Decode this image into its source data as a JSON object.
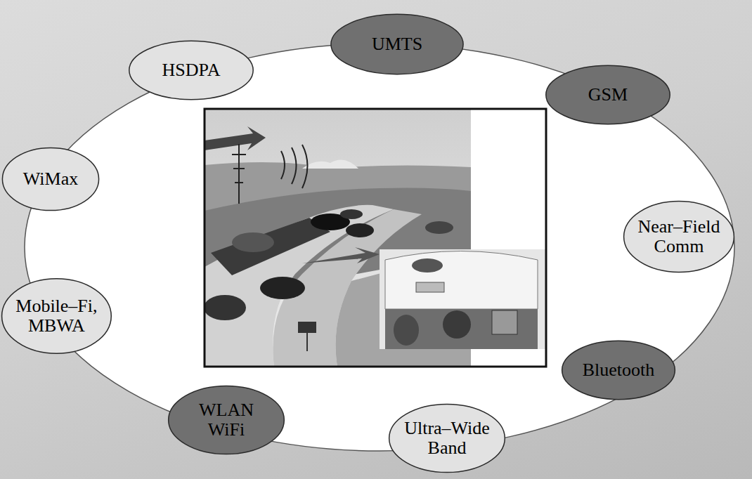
{
  "diagram": {
    "nodes": [
      {
        "text": [
          "UMTS"
        ]
      },
      {
        "text": [
          "GSM"
        ]
      },
      {
        "text": [
          "Near–Field Comm"
        ]
      },
      {
        "text": [
          "Bluetooth"
        ]
      },
      {
        "text": [
          "Ultra–Wide Band"
        ]
      },
      {
        "text": [
          "WLAN WiFi"
        ]
      },
      {
        "text": [
          "Mobile–Fi, MBWA"
        ]
      },
      {
        "text": [
          "WiMax"
        ]
      },
      {
        "text": [
          "HSDPA"
        ]
      }
    ]
  }
}
